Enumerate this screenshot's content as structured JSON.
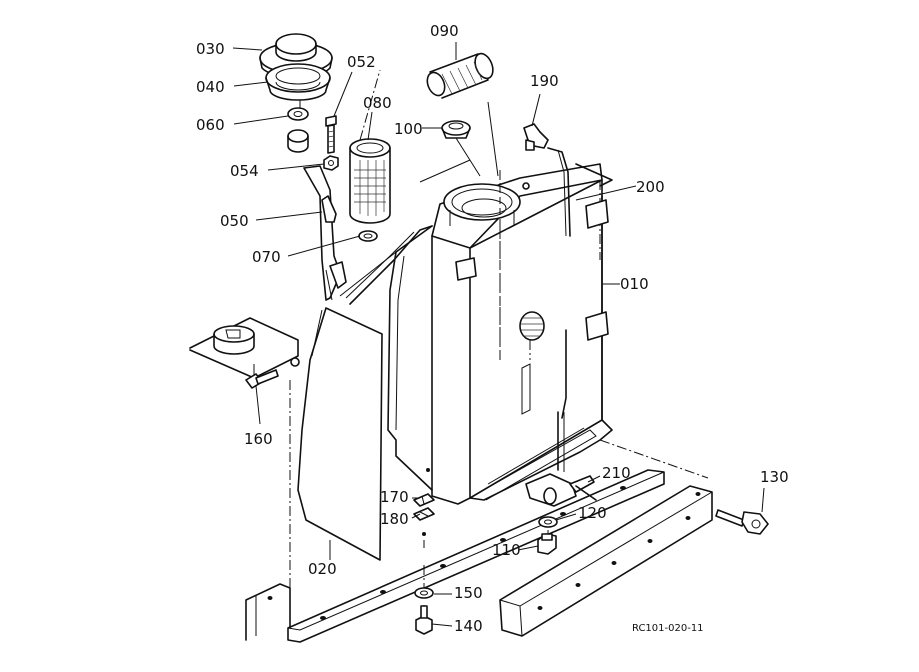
{
  "diagram": {
    "drawing_code": "RC101-020-11",
    "callouts": [
      {
        "id": "c030",
        "label": "030"
      },
      {
        "id": "c040",
        "label": "040"
      },
      {
        "id": "c052",
        "label": "052"
      },
      {
        "id": "c060",
        "label": "060"
      },
      {
        "id": "c080",
        "label": "080"
      },
      {
        "id": "c054",
        "label": "054"
      },
      {
        "id": "c050",
        "label": "050"
      },
      {
        "id": "c070",
        "label": "070"
      },
      {
        "id": "c090",
        "label": "090"
      },
      {
        "id": "c100",
        "label": "100"
      },
      {
        "id": "c190",
        "label": "190"
      },
      {
        "id": "c200",
        "label": "200"
      },
      {
        "id": "c010",
        "label": "010"
      },
      {
        "id": "c160",
        "label": "160"
      },
      {
        "id": "c210",
        "label": "210"
      },
      {
        "id": "c130",
        "label": "130"
      },
      {
        "id": "c170",
        "label": "170"
      },
      {
        "id": "c180",
        "label": "180"
      },
      {
        "id": "c120",
        "label": "120"
      },
      {
        "id": "c110",
        "label": "110"
      },
      {
        "id": "c020",
        "label": "020"
      },
      {
        "id": "c150",
        "label": "150"
      },
      {
        "id": "c140",
        "label": "140"
      }
    ]
  }
}
